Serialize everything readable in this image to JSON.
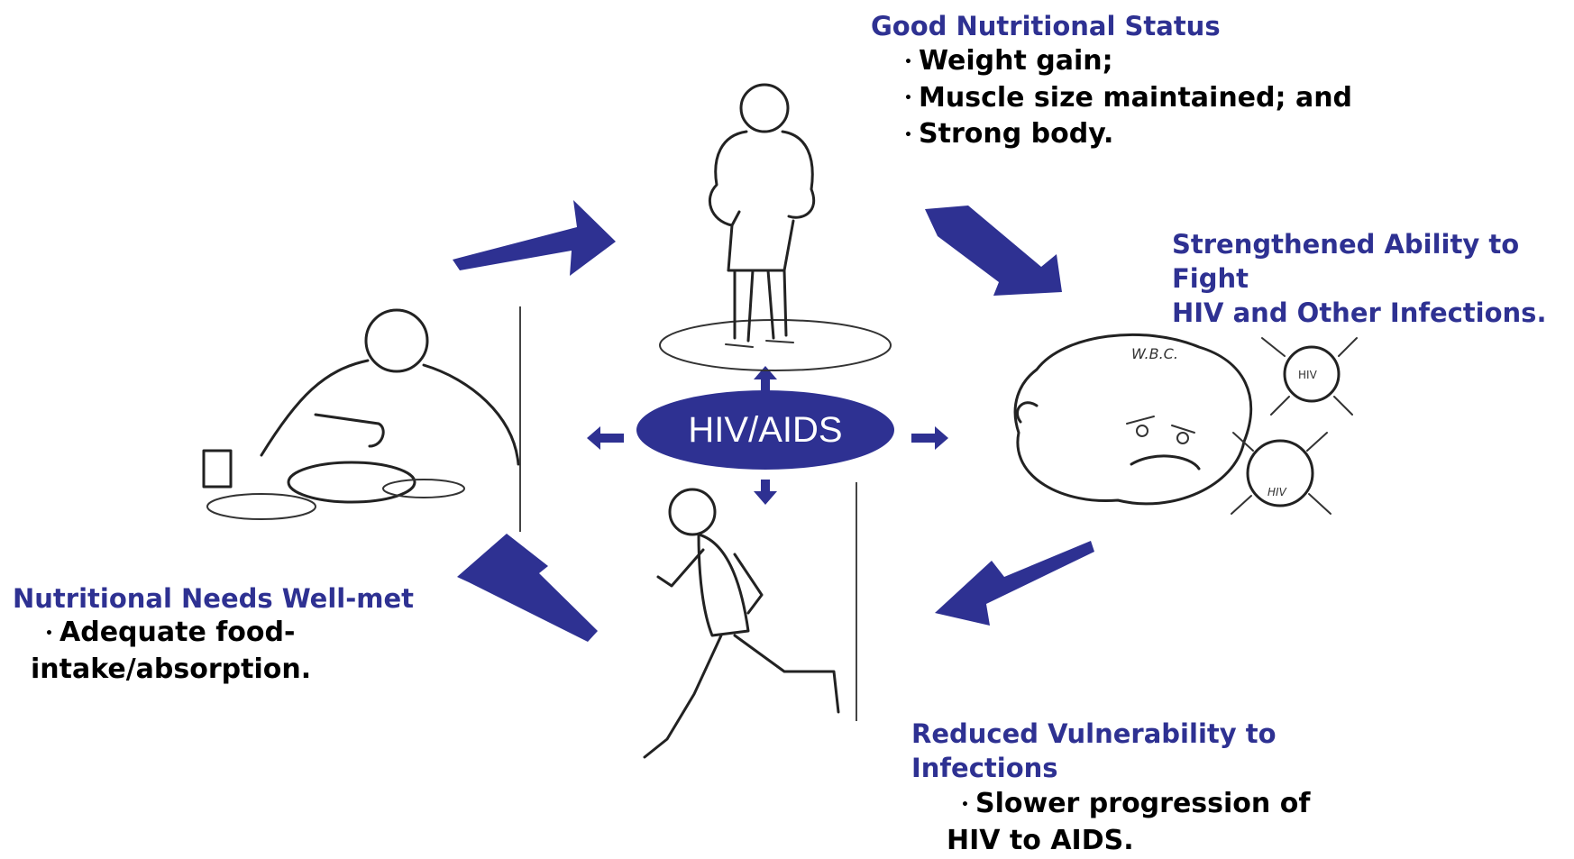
{
  "colors": {
    "accent": "#2e3192",
    "heading": "#2e3192",
    "text": "#000000"
  },
  "center": {
    "label": "HIV/AIDS"
  },
  "top": {
    "heading": "Good Nutritional Status",
    "bullets": [
      "Weight gain;",
      "Muscle size maintained; and",
      "Strong body."
    ]
  },
  "right": {
    "heading_lines": [
      "Strengthened Ability to",
      "Fight",
      "HIV and Other Infections."
    ]
  },
  "bottom_right": {
    "heading_lines": [
      "Reduced Vulnerability to",
      "Infections"
    ],
    "bullet_lines": [
      "Slower progression of",
      "HIV to AIDS."
    ]
  },
  "left": {
    "heading": "Nutritional Needs Well-met",
    "bullet_lines": [
      "Adequate food-",
      "intake/absorption."
    ]
  },
  "illustrations": {
    "cell_labels": [
      "W.B.C.",
      "HIV",
      "HIV"
    ]
  }
}
